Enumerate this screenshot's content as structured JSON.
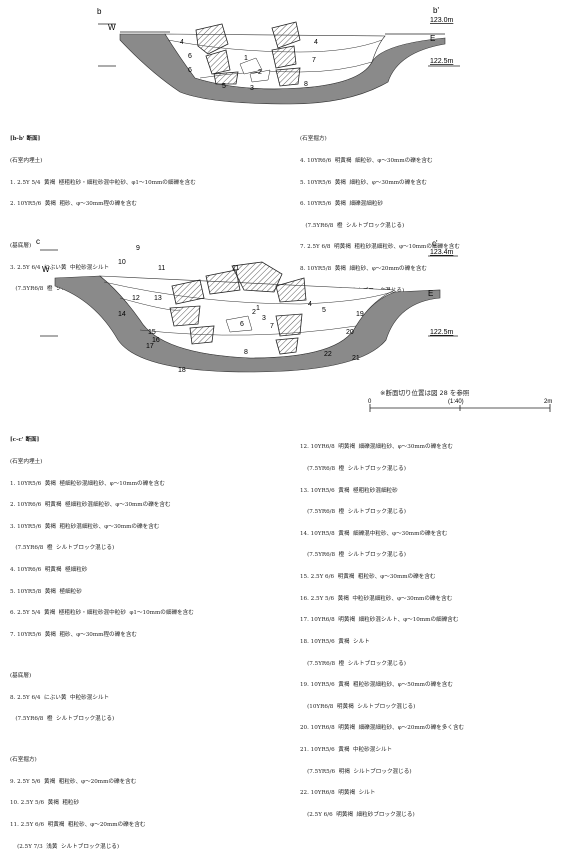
{
  "section_b": {
    "left_label": "b",
    "right_label": "b'",
    "W": "W",
    "E": "E",
    "elev_top": "123.0m",
    "elev_bottom": "122.5m",
    "layer_numbers": [
      "1",
      "2",
      "3",
      "4",
      "4",
      "5",
      "6",
      "6",
      "7",
      "8"
    ]
  },
  "section_c": {
    "left_label": "c",
    "right_label": "c'",
    "W": "W",
    "E": "E",
    "elev_top": "123.4m",
    "elev_bottom": "122.5m",
    "layer_numbers": [
      "1",
      "2",
      "3",
      "4",
      "5",
      "6",
      "7",
      "8",
      "9",
      "10",
      "11",
      "11",
      "12",
      "13",
      "14",
      "15",
      "16",
      "17",
      "18",
      "19",
      "20",
      "21",
      "22"
    ]
  },
  "b_legend": {
    "heading": "[b-b' 断面]",
    "sub1": "(石室内埋土)",
    "items1": [
      "1. 2.5Y 5/4  黄褐  極粗粒砂・細粒砂混中粒砂、φ1～10mmの細礫を含む",
      "2. 10YR5/6  黄褐  粗砂、φ～30mm程の礫を含む"
    ],
    "sub2": "(基底層)",
    "items2": [
      "3. 2.5Y 6/4  にぶい黄  中粒砂混シルト",
      "   (7.5YR6/8  橙  シルトブロック混じる)"
    ],
    "sub3": "(石室掘方)",
    "items3": [
      "4. 10YR6/6  明黄褐  細粒砂、φ～30mmの礫を含む",
      "5. 10YR5/6  黄褐  細粒砂、φ～30mmの礫を含む",
      "6. 10YR5/6  黄褐  細礫混細粒砂",
      "   (7.5YR6/8  橙  シルトブロック混じる)",
      "7. 2.5Y 6/8  明黄褐  粗粒砂混細粒砂、φ～10mmの細礫を含む",
      "8. 10YR5/8  黄褐  細粒砂、φ～20mmの礫を含む",
      "   (7.5YR6/8  橙  シルトブロック混じる)"
    ]
  },
  "note": "※断面切り位置は図 28 を参照",
  "scale": {
    "zero": "0",
    "mid": "(1:40)",
    "end": "2m"
  },
  "c_legend": {
    "heading": "[c-c' 断面]",
    "sub1": "(石室内埋土)",
    "items1": [
      "1. 10YR5/6  黄褐  極細粒砂混細粒砂、φ～10mmの礫を含む",
      "2. 10YR6/6  明黄褐  極細粒砂混細粒砂、φ～30mmの礫を含む",
      "3. 10YR5/6  黄褐  粗粒砂混細粒砂、φ～30mmの礫を含む",
      "   (7.5YR6/8  橙  シルトブロック混じる)",
      "4. 10YR6/6  明黄褐  極細粒砂",
      "5. 10YR5/8  黄褐  極細粒砂",
      "6. 2.5Y 5/4  黄褐  極粗粒砂・細粒砂混中粒砂  φ1～10mmの細礫を含む",
      "7. 10YR5/6  黄褐  粗砂、φ～30mm程の礫を含む"
    ],
    "sub2": "(基底層)",
    "items2": [
      "8. 2.5Y 6/4  にぶい黄  中粒砂混シルト",
      "   (7.5YR6/8  橙  シルトブロック混じる)"
    ],
    "sub3": "(石室掘方)",
    "items3": [
      "9. 2.5Y 5/6  黄褐  粗粒砂、φ～20mmの礫を含む",
      "10. 2.5Y 5/6  黄褐  粗粒砂",
      "11. 2.5Y 6/6  明黄褐  粗粒砂、φ～20mmの礫を含む",
      "    (2.5Y 7/3  浅黄  シルトブロック混じる)"
    ],
    "items4": [
      "12. 10YR6/8  明黄褐  細礫混細粒砂、φ～30mmの礫を含む",
      "    (7.5YR6/8  橙  シルトブロック混じる)",
      "13. 10YR5/6  黄褐  極粗粒砂混細粒砂",
      "    (7.5YR6/8  橙  シルトブロック混じる)",
      "14. 10YR5/8  黄褐  細礫混中粒砂、φ～30mmの礫を含む",
      "    (7.5YR6/8  橙  シルトブロック混じる)",
      "15. 2.5Y 6/6  明黄褐  粗粒砂、φ～30mmの礫を含む",
      "16. 2.5Y 5/6  黄褐  中粒砂混細粒砂、φ～30mmの礫を含む",
      "17. 10YR6/8  明黄褐  細粒砂混シルト、φ～10mmの細礫含む",
      "18. 10YR5/6  黄褐  シルト",
      "    (7.5YR6/8  橙  シルトブロック混じる)",
      "19. 10YR5/6  黄褐  粗粒砂混細粒砂、φ～50mmの礫を含む",
      "    (10YR6/8  明黄褐  シルトブロック混じる)",
      "20. 10YR6/8  明黄褐  細礫混細粒砂、φ～20mmの礫を多く含む",
      "21. 10YR5/6  黄褐  中粒砂混シルト",
      "    (7.5YR5/6  明褐  シルトブロック混じる)",
      "22. 10YR6/8  明黄褐  シルト",
      "    (2.5Y 6/6  明黄褐  細粒砂ブロック混じる)"
    ]
  }
}
